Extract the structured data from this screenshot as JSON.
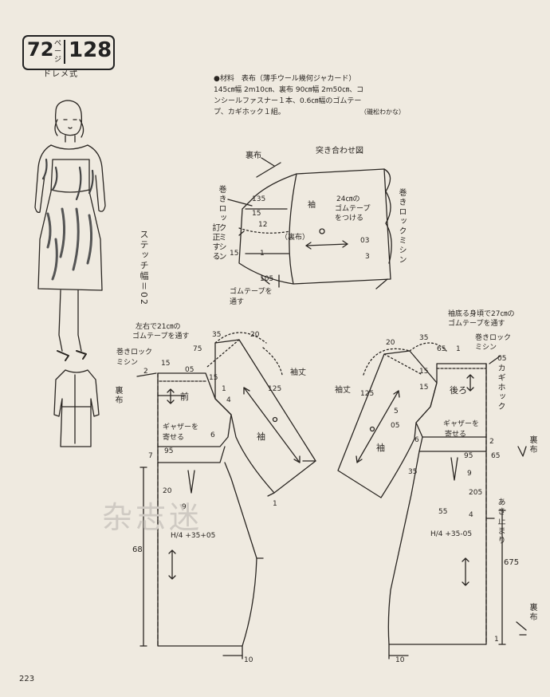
{
  "header": {
    "page_ref": "72",
    "page_ref_suffix": "ページ",
    "model_no": "128",
    "style": "ドレメ式"
  },
  "materials": {
    "line1": "●材料　表布（薄手ウール幾何ジャカード）",
    "line2": "145㎝幅 2m10㎝、裏布 90㎝幅 2m50㎝、コ",
    "line3": "ンシールファスナー１本、0.6㎝幅のゴムテー",
    "line4": "プ、カギホック１組。",
    "credit": "（磯松わかな）"
  },
  "sleeve_diagram": {
    "title": "突き合わせ図",
    "lining": "裏布",
    "serger_left": "巻きロックミシン",
    "serger_right": "巻きロックミシン",
    "sleeve": "袖",
    "elastic_note_1": "24㎝の",
    "elastic_note_2": "ゴムテープ",
    "elastic_note_3": "をつける",
    "lining_mark": "（裏布）",
    "hem_line": "訂正する",
    "elastic_bottom_1": "ゴムテープを",
    "elastic_bottom_2": "通す",
    "n135": "135",
    "n15a": "15",
    "n12": "12",
    "n15b": "15",
    "n1a": "1",
    "n105": "105",
    "n03": "03",
    "n3": "3"
  },
  "stitch_width": "ステッチ幅＝02",
  "front": {
    "elastic_left_1": "左右で21㎝の",
    "elastic_left_2": "ゴムテープを通す",
    "serger": "巻きロック",
    "serger2": "ミシン",
    "lining": "裏布",
    "front_label": "前",
    "gather_1": "ギャザーを",
    "gather_2": "寄せる",
    "sleeve": "袖",
    "sleeve_length": "袖丈",
    "dart_formula": "H/4 +35+05",
    "n35": "35",
    "n20": "20",
    "n75": "75",
    "n2": "2",
    "n15": "15",
    "n05": "05",
    "n15b": "15",
    "n125": "125",
    "n1": "1",
    "n4": "4",
    "n6": "6",
    "n95": "95",
    "n7": "7",
    "n20b": "20",
    "n9": "9",
    "n68": "68",
    "n10": "10",
    "n1b": "1"
  },
  "back": {
    "elastic_note_1": "袖底る身頃で27㎝の",
    "elastic_note_2": "ゴムテープを通す",
    "serger": "巻きロック",
    "serger2": "ミシン",
    "hook": "カギホック",
    "back_label": "後ろ",
    "gather_1": "ギャザーを",
    "gather_2": "寄せる",
    "sleeve": "袖",
    "sleeve_length": "袖丈",
    "lining": "裏布",
    "lining2": "裏布",
    "opening_end": "あき止まり",
    "dart_formula": "H/4 +35-05",
    "n20": "20",
    "n35": "35",
    "n65": "65",
    "n1": "1",
    "n05": "05",
    "n15": "15",
    "n15b": "15",
    "n125": "125",
    "n5": "5",
    "n05b": "05",
    "n6": "6",
    "n2": "2",
    "n95": "95",
    "n65b": "65",
    "n35b": "35",
    "n9": "9",
    "n205": "205",
    "n55": "55",
    "n4": "4",
    "n675": "675",
    "n10": "10",
    "n1b": "1"
  },
  "watermark": "杂志迷",
  "page_number": "223"
}
